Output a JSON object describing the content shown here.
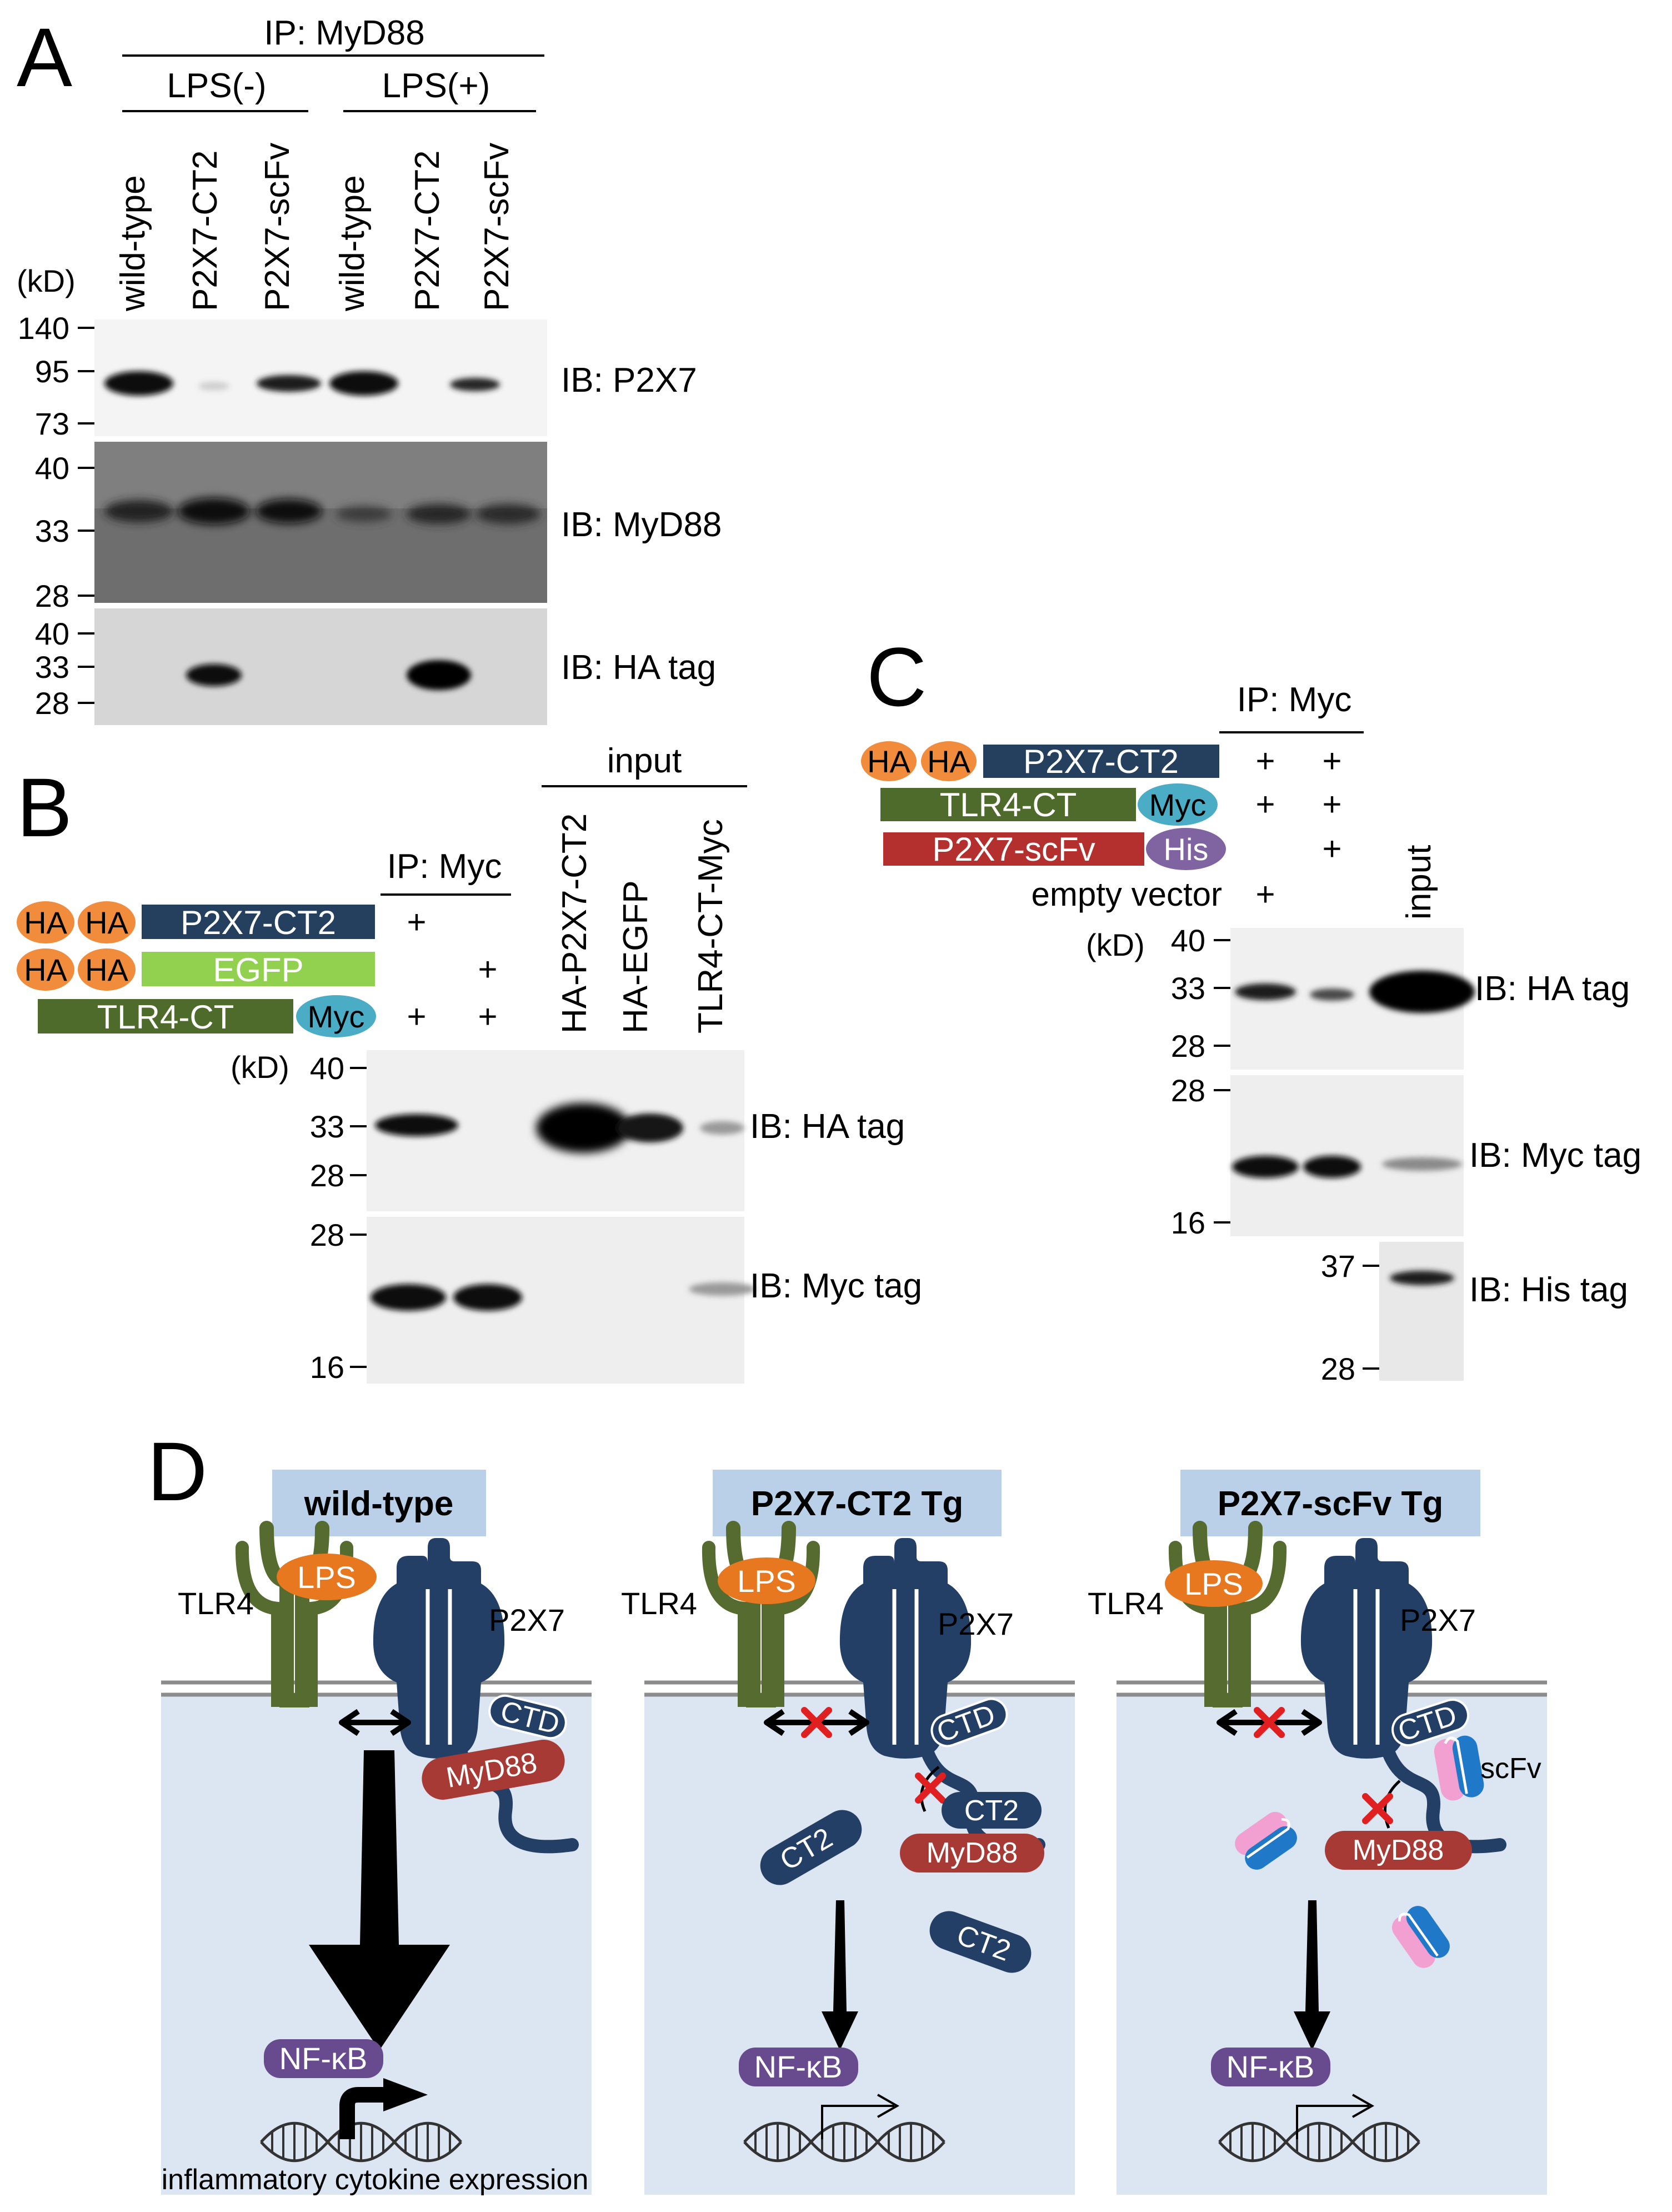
{
  "panels": {
    "a": "A",
    "b": "B",
    "c": "C",
    "d": "D"
  },
  "kd": "(kD)",
  "plus": "+",
  "a": {
    "ip": "IP: MyD88",
    "lps_neg": "LPS(-)",
    "lps_pos": "LPS(+)",
    "lanes": [
      "wild-type",
      "P2X7-CT2",
      "P2X7-scFv",
      "wild-type",
      "P2X7-CT2",
      "P2X7-scFv"
    ],
    "m1": [
      "140",
      "95",
      "73"
    ],
    "m2": [
      "40",
      "33",
      "28"
    ],
    "m3": [
      "40",
      "33",
      "28"
    ],
    "ib": [
      "IB: P2X7",
      "IB: MyD88",
      "IB: HA tag"
    ]
  },
  "b": {
    "ip": "IP: Myc",
    "input": "input",
    "ha": "HA",
    "c1": "P2X7-CT2",
    "c2": "EGFP",
    "c3": "TLR4-CT",
    "myc": "Myc",
    "lanes": [
      "HA-P2X7-CT2",
      "HA-EGFP",
      "TLR4-CT-Myc"
    ],
    "m1": [
      "40",
      "33",
      "28"
    ],
    "m2": [
      "28",
      "16"
    ],
    "ib": [
      "IB: HA tag",
      "IB: Myc tag"
    ]
  },
  "c": {
    "ip": "IP: Myc",
    "ha": "HA",
    "c1": "P2X7-CT2",
    "c2": "TLR4-CT",
    "myc": "Myc",
    "c3": "P2X7-scFv",
    "his": "His",
    "empty": "empty vector",
    "input": "input",
    "m1": [
      "40",
      "33",
      "28"
    ],
    "m2": [
      "28",
      "16"
    ],
    "m3": [
      "37",
      "28"
    ],
    "ib": [
      "IB: HA tag",
      "IB: Myc tag",
      "IB: His tag"
    ]
  },
  "d": {
    "titles": [
      "wild-type",
      "P2X7-CT2  Tg",
      "P2X7-scFv  Tg"
    ],
    "tlr4": "TLR4",
    "lps": "LPS",
    "p2x7": "P2X7",
    "ctd": "CTD",
    "myd88": "MyD88",
    "ct2": "CT2",
    "scfv": "scFv",
    "nfkb": "NF-κB",
    "cytokine": "inflammatory cytokine expression"
  }
}
